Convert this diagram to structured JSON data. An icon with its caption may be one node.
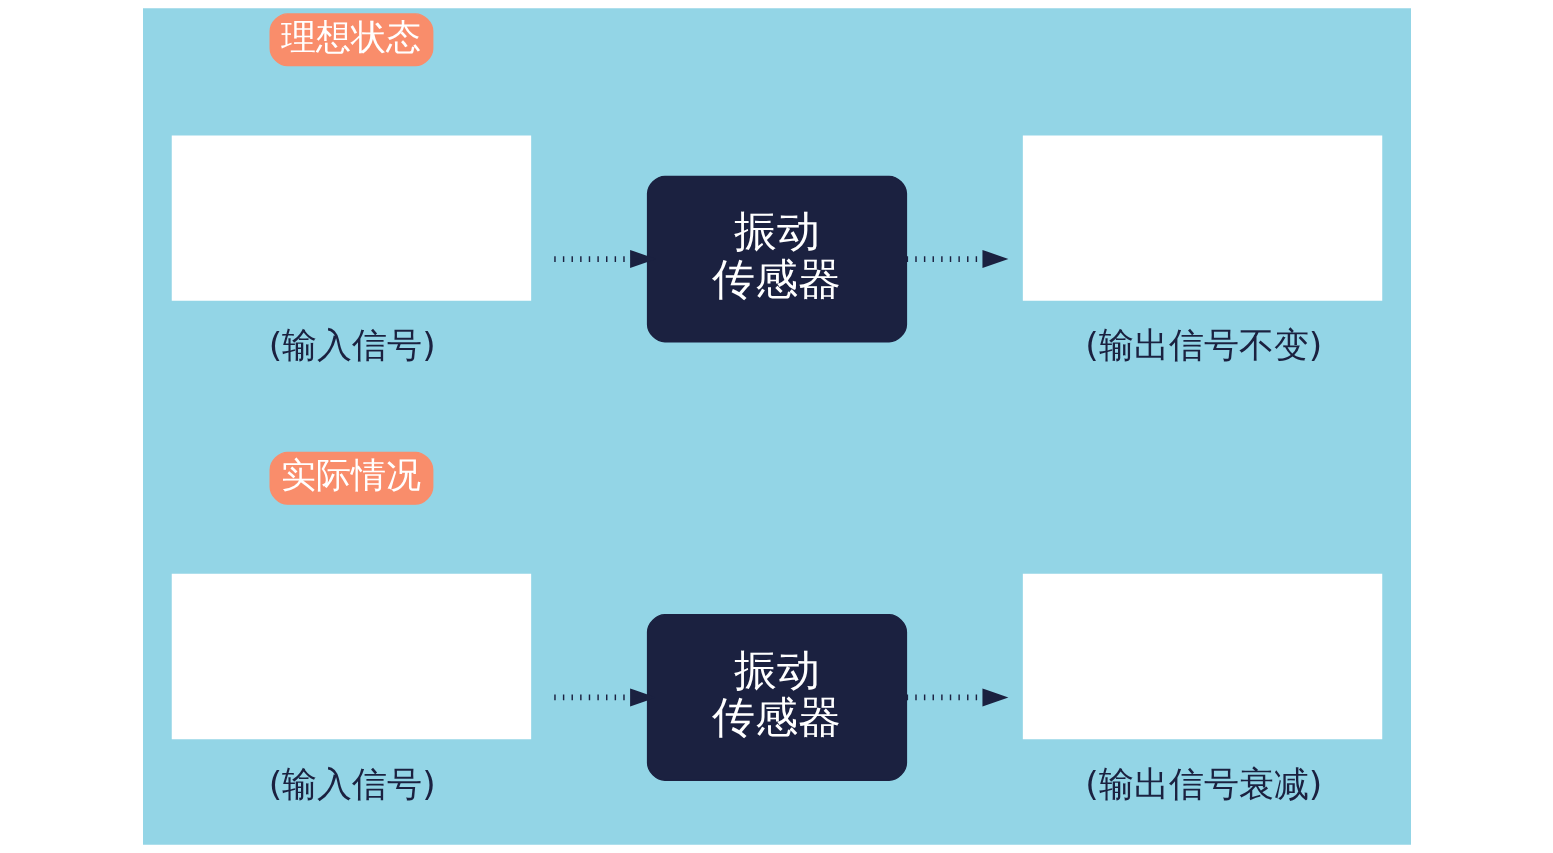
{
  "diagram": {
    "nodes": [
      {
        "text": [
          "理想状态"
        ]
      },
      {
        "text": [],
        "shape": "box",
        "beside": [
          "(输入信号)"
        ]
      },
      {
        "text": [
          "振动传感器"
        ]
      },
      {
        "text": [],
        "shape": "box",
        "beside": [
          "(输出信号不变)"
        ]
      },
      {
        "text": [
          "实际情况"
        ]
      },
      {
        "text": [],
        "shape": "box",
        "beside": [
          "(输入信号)"
        ]
      },
      {
        "text": [
          "振动传感器"
        ]
      },
      {
        "text": [],
        "shape": "box",
        "beside": [
          "(输出信号衰减)"
        ]
      }
    ],
    "edges": [
      {
        "from": 1,
        "to": 2,
        "arrow": "to",
        "style": "dashed"
      },
      {
        "from": 2,
        "to": 3,
        "arrow": "to",
        "style": "dashed"
      },
      {
        "from": 5,
        "to": 6,
        "arrow": "to",
        "style": "dashed"
      },
      {
        "from": 6,
        "to": 7,
        "arrow": "to",
        "style": "dashed"
      }
    ]
  }
}
